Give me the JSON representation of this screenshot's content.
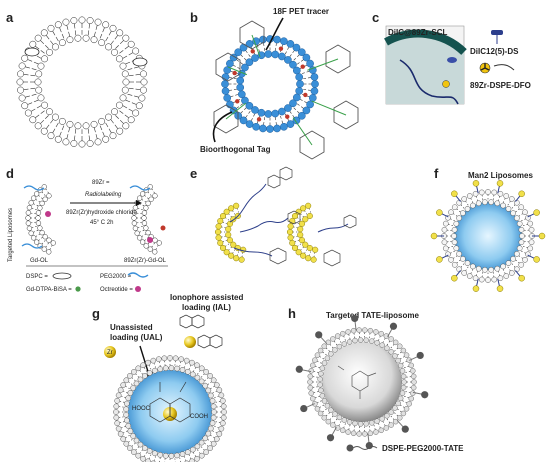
{
  "panels": {
    "a": {
      "letter": "a"
    },
    "b": {
      "letter": "b",
      "tracer": "18F PET tracer",
      "tag": "Bioorthogonal Tag"
    },
    "c": {
      "letter": "c",
      "title": "DiIC@89Zr-SCL",
      "legend1": "DiIC12(5)-DS",
      "legend2": "89Zr-DSPE-DFO"
    },
    "d": {
      "letter": "d",
      "side_label": "Targeted Liposomes",
      "zr": "89Zr =",
      "radiolabeling": "Radiolabeling",
      "reagent": "89Zr(Zr)hydroxide chloride",
      "cond": "45° C 2h",
      "left_name": "Gd-OL",
      "right_name": "89Zr(Zr)-Gd-OL",
      "k_dspc": "DSPC =",
      "k_gd": "Gd-DTPA-BiSA =",
      "k_peg": "PEG2000 =",
      "k_oct": "Octreotide ="
    },
    "e": {
      "letter": "e"
    },
    "f": {
      "letter": "f",
      "title": "Man2 Liposomes"
    },
    "g": {
      "letter": "g",
      "ual": "Unassisted loading (UAL)",
      "ial": "Ionophore assisted loading (IAL)",
      "ual1": "Unassisted",
      "ual2": "loading (UAL)",
      "ial1": "Ionophore assisted",
      "ial2": "loading (IAL)",
      "zr": "Zr",
      "cooh": "COOH",
      "hooc": "HOOC"
    },
    "h": {
      "letter": "h",
      "title": "Targeted TATE-liposome",
      "legend": "DSPE-PEG2000-TATE"
    }
  },
  "colors": {
    "lipid_blue": "#3a8fd8",
    "yellow": "#f1e04a",
    "sphere_blue": "#8ecbf0",
    "dark_teal": "#15534f"
  }
}
